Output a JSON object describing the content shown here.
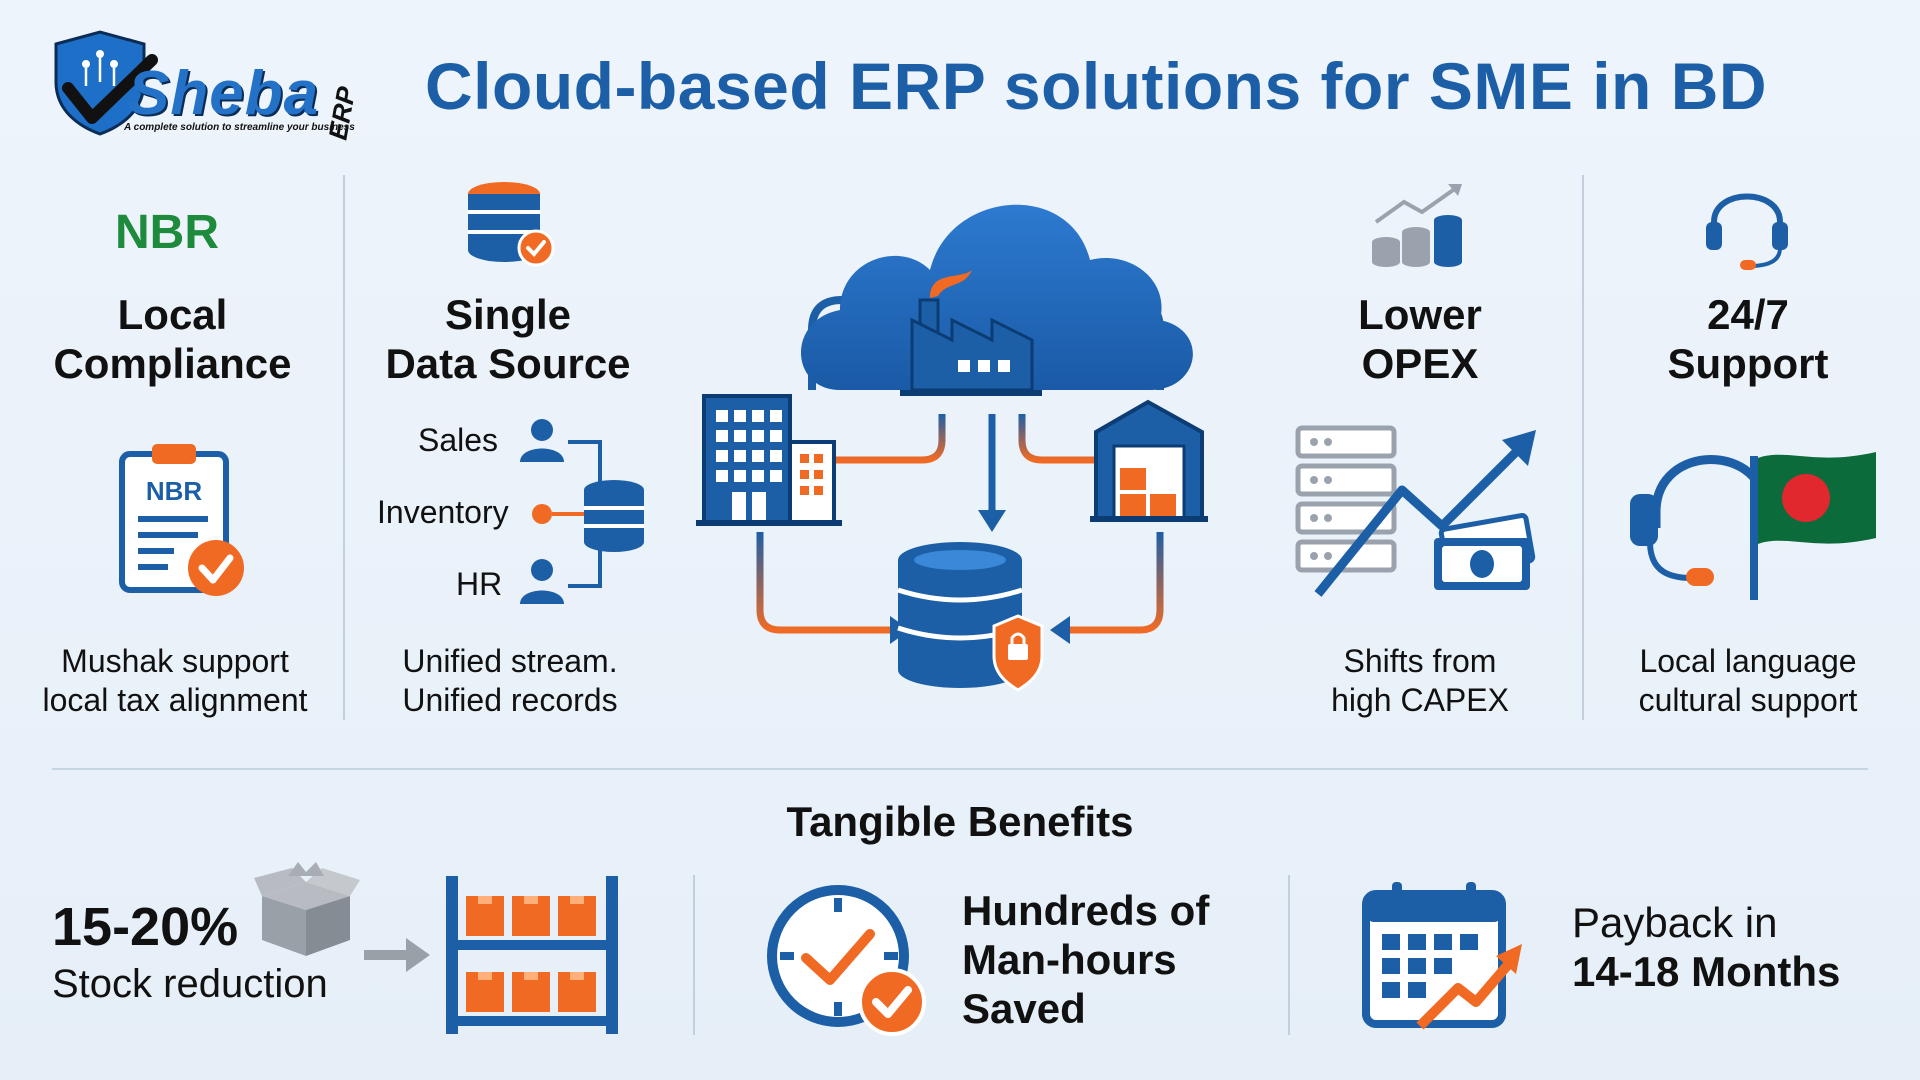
{
  "logo": {
    "wordmark": "Sheba",
    "suffix": "ERP",
    "tagline": "A complete solution to streamline your business"
  },
  "title": "Cloud-based ERP solutions for SME in BD",
  "columns": {
    "local_compliance": {
      "badge": "NBR",
      "title_line1": "Local",
      "title_line2": "Compliance",
      "clipboard_label": "NBR",
      "desc_line1": "Mushak support",
      "desc_line2": "local tax alignment"
    },
    "single_data_source": {
      "title_line1": "Single",
      "title_line2": "Data Source",
      "items": [
        "Sales",
        "Inventory",
        "HR"
      ],
      "desc_line1": "Unified stream.",
      "desc_line2": "Unified records"
    },
    "lower_opex": {
      "title_line1": "Lower",
      "title_line2": "OPEX",
      "desc_line1": "Shifts from",
      "desc_line2": "high CAPEX"
    },
    "support": {
      "title_line1": "24/7",
      "title_line2": "Support",
      "desc_line1": "Local language",
      "desc_line2": "cultural support"
    }
  },
  "benefits": {
    "title": "Tangible Benefits",
    "stock": {
      "value": "15-20%",
      "label": "Stock reduction"
    },
    "manhours": {
      "line1": "Hundreds of",
      "line2": "Man-hours",
      "line3": "Saved"
    },
    "payback": {
      "line1": "Payback in",
      "line2": "14-18 Months"
    }
  },
  "colors": {
    "brand_blue": "#1d5fa6",
    "accent_orange": "#f06a24",
    "nbr_green": "#1e8a3c",
    "flag_green": "#0b6b3a",
    "flag_red": "#e0282e"
  }
}
